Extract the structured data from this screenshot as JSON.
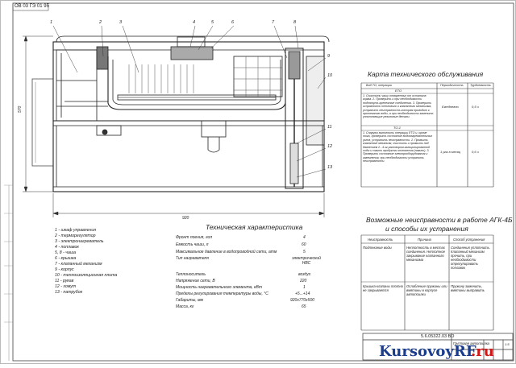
{
  "stamp_top": "ОВ 03 ГЭ 01 95",
  "drawing_number": "5.6.05322.03 ВО",
  "tech_card": {
    "title": "Карта технического обслуживания",
    "headers": [
      "Вид ТО, операции",
      "Периодичность",
      "Трудоемкость"
    ],
    "sections": [
      {
        "name": "ЕТО",
        "text": "1. Очистить чашу отваренных от остатков корма. 2. Проверить и при необходимости подтянуть крепежные соединения. 3. Проверить исправность теплового и клапанного механизма, устранить неисправность которая приводит к протеканию воды, а при необходимости заменить уплотняющие резиновые детали.",
        "period": "Ежедневно",
        "labor": "0,5 ч"
      },
      {
        "name": "ТО-1",
        "text": "1. Снаружи выполнить операции ЕТО и, кроме того, проверить состояние водонагревательных узлов, устранить неисправности. 2. Промыть клапанный механизм, очистить и промыть под давлением 2...4 кг раствором кальцинированной соды и смыть продукты отложения (накипь). 3. Проверить состояние электрооборудования и заземления, при необходимости устранить неисправности.",
        "period": "1 раз в месяц",
        "labor": "0,6 ч"
      }
    ]
  },
  "faults": {
    "title": "Возможные неисправности в работе АГК-4Б",
    "subtitle": "и способы их устранения",
    "headers": [
      "Неисправность",
      "Причина",
      "Способ устранения"
    ],
    "rows": [
      {
        "fault": "Подтекание воды",
        "cause": "Неплотность в местах соединения. Неплотное закрывание клапанного механизма",
        "remedy": "Соединения уплотнить. Клапанный механизм прочить, при необходимости отрегулировать поплавок"
      },
      {
        "fault": "Крышка-клапаны плотно не закрывается",
        "cause": "Ослабление пружины или вмятины в корпусе автопоилки",
        "remedy": "Пружину заменить, вмятины выправить"
      }
    ]
  },
  "spec": {
    "title": "Техническая характеристика",
    "rows": [
      {
        "label": "Фронт поения, гол",
        "value": "4"
      },
      {
        "label": "Емкость чаши, л",
        "value": "60"
      },
      {
        "label": "Максимальное давление в водопроводной сети, атм",
        "value": "5"
      },
      {
        "label": "Тип нагревателя",
        "value": "электрический НВС"
      },
      {
        "label": "Теплоноситель",
        "value": "воздух"
      },
      {
        "label": "Напряжение сети, В",
        "value": "220"
      },
      {
        "label": "Мощность нагревательного элемента, кВт",
        "value": "1"
      },
      {
        "label": "Пределы регулирования температуры воды, °С",
        "value": "+5...+14"
      },
      {
        "label": "Габариты, мм",
        "value": "920х770х500"
      },
      {
        "label": "Масса, кг",
        "value": "65"
      }
    ]
  },
  "legend": [
    "1 - шкаф управления",
    "2 - терморегулятор",
    "3 - электронагреватель",
    "4 - поплавок",
    "5, 8 - чаша",
    "6 - крышка",
    "7 - клапанный механизм",
    "9 - корпус",
    "10 - теплоизоляционная плита",
    "11 - рукав",
    "12 - хомут",
    "13 - патрубок"
  ],
  "dims": {
    "width": "920",
    "height": "570"
  },
  "callouts": [
    "1",
    "2",
    "3",
    "4",
    "5",
    "6",
    "7",
    "8",
    "9",
    "10",
    "11",
    "12",
    "13"
  ],
  "title_block": {
    "name": "Групповая автопоилка",
    "scale": "1:5"
  },
  "watermark": {
    "text": "KursovoyRF",
    "suffix": ".ru"
  }
}
